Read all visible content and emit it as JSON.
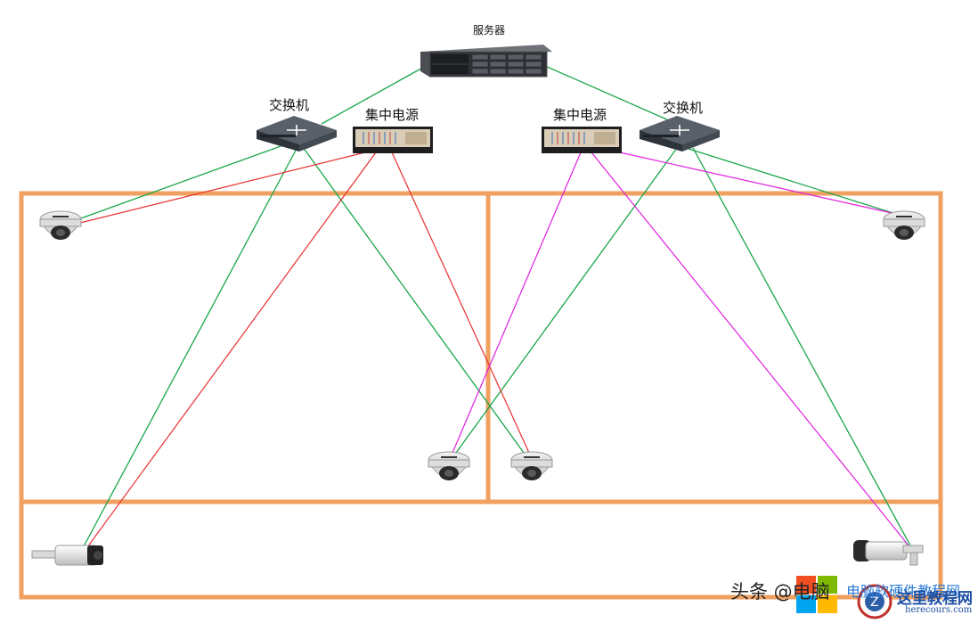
{
  "labels": {
    "server": "服务器",
    "switch_left": "交换机",
    "switch_right": "交换机",
    "power_left": "集中电源",
    "power_right": "集中电源"
  },
  "watermark": {
    "text": "头条 @电脑",
    "text2": "电脑软硬件教程网",
    "logo_text": "这里教程网",
    "logo_sub": "herecours.com"
  },
  "colors": {
    "room_border": "#f0a060",
    "network_cable": "#1aa64a",
    "power_cable_left": "#e83030",
    "power_cable_right": "#e020e0"
  }
}
